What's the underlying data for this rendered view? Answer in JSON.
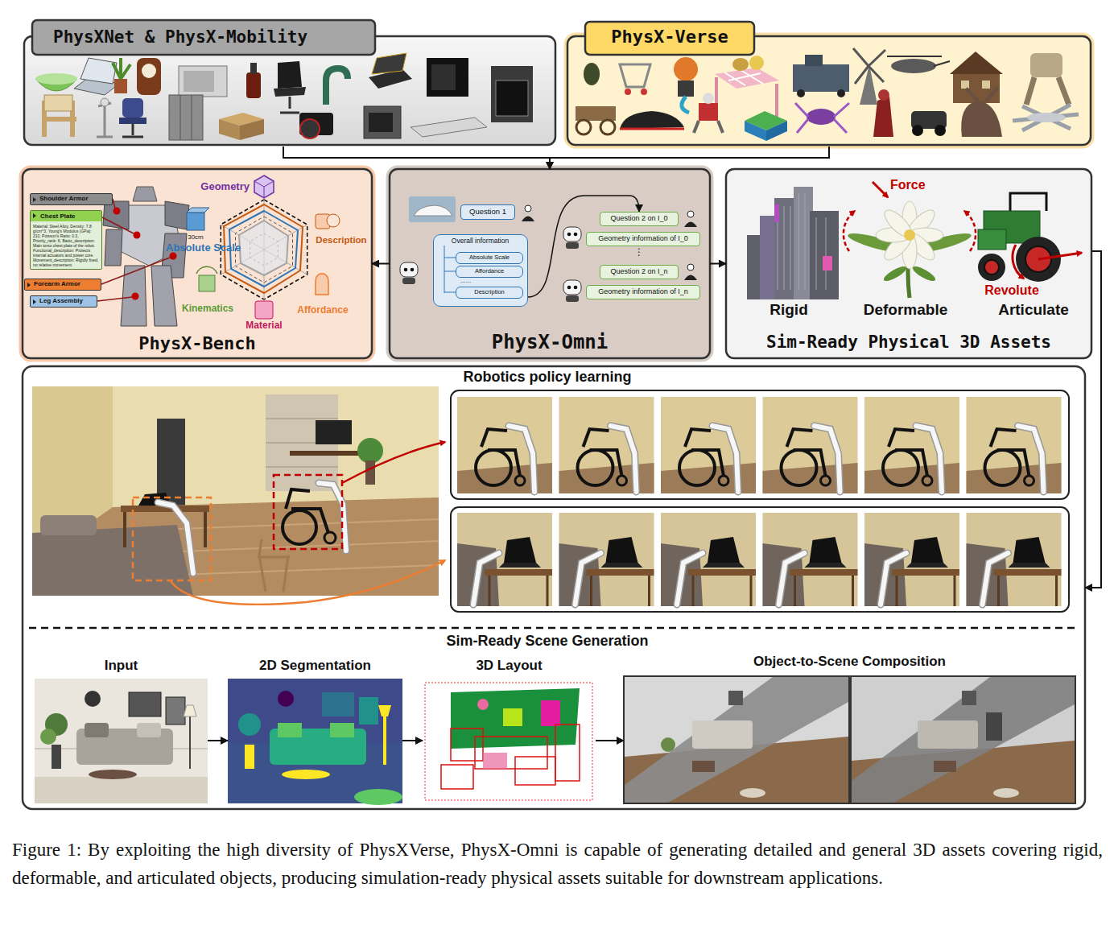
{
  "diagram": {
    "caption": "Figure 1: By exploiting the high diversity of PhysXVerse, PhysX-Omni is capable of generating detailed and general 3D assets covering rigid, deformable, and articulated objects, producing simulation-ready physical assets suitable for downstream applications.",
    "nodes": [
      {
        "text": [
          "PhysXNet & PhysX-Mobility"
        ]
      },
      {
        "text": [
          "PhysX-Verse"
        ]
      },
      {
        "text": [
          "PhysX-Bench"
        ]
      },
      {
        "text": [
          "Shoulder Armor"
        ],
        "in": 2
      },
      {
        "text": [
          "Chest Plate",
          "Material: Steel Alloy, Density: 7.8 g/cm^3, Young's Modulus (GPa): 210, Poisson's Ratio: 0.3, Priority_rank: 6, Basic_description: Main torso chest plate of the robot. Functional_description: Protects internal actuators and power core. Movement_description: Rigidly fixed, no relative movement."
        ],
        "in": 2
      },
      {
        "text": [
          "Forearm Armor"
        ],
        "in": 2
      },
      {
        "text": [
          "Leg Assembly"
        ],
        "in": 2
      },
      {
        "text": [
          "PhysX-Omni"
        ]
      },
      {
        "text": [
          "Question 1"
        ],
        "in": 7
      },
      {
        "text": [
          "Overall information"
        ],
        "in": 7
      },
      {
        "text": [
          "Absolute Scale"
        ],
        "in": 9
      },
      {
        "text": [
          "Affordance"
        ],
        "in": 9
      },
      {
        "text": [
          "Description"
        ],
        "in": 9
      },
      {
        "text": [
          "Question 2 on I_0"
        ],
        "in": 7
      },
      {
        "text": [
          "Geometry information of I_0"
        ],
        "in": 7
      },
      {
        "text": [
          "Question 2 on I_n"
        ],
        "in": 7
      },
      {
        "text": [
          "Geometry information of I_n"
        ],
        "in": 7
      },
      {
        "text": [
          "Sim-Ready Physical 3D Assets"
        ]
      },
      {
        "text": [
          "Robotics policy learning",
          "Sim-Ready Scene Generation"
        ]
      },
      {
        "text": [
          "Input"
        ],
        "in": 18
      },
      {
        "text": [
          "2D Segmentation"
        ],
        "in": 18
      },
      {
        "text": [
          "3D Layout"
        ],
        "in": 18
      },
      {
        "text": [
          "Object-to-Scene Composition"
        ],
        "in": 18
      }
    ],
    "edges": [
      {
        "from": 0,
        "to": 7,
        "arrow": "to"
      },
      {
        "from": 1,
        "to": 7,
        "arrow": "to"
      },
      {
        "from": 7,
        "to": 2,
        "arrow": "to"
      },
      {
        "from": 7,
        "to": 17,
        "arrow": "to"
      },
      {
        "from": 9,
        "to": 13,
        "arrow": "to"
      },
      {
        "from": 17,
        "to": 18,
        "arrow": "to"
      },
      {
        "from": 19,
        "to": 20,
        "arrow": "to"
      },
      {
        "from": 20,
        "to": 21,
        "arrow": "to"
      },
      {
        "from": 21,
        "to": 22,
        "arrow": "to"
      }
    ],
    "labels": [
      "Geometry",
      "Absolute Scale",
      "30cm",
      "Description",
      "Kinematics",
      "Material",
      "Affordance",
      "......",
      "⋮",
      "Force",
      "Rigid",
      "Deformable",
      "Revolute",
      "Articulate"
    ]
  }
}
